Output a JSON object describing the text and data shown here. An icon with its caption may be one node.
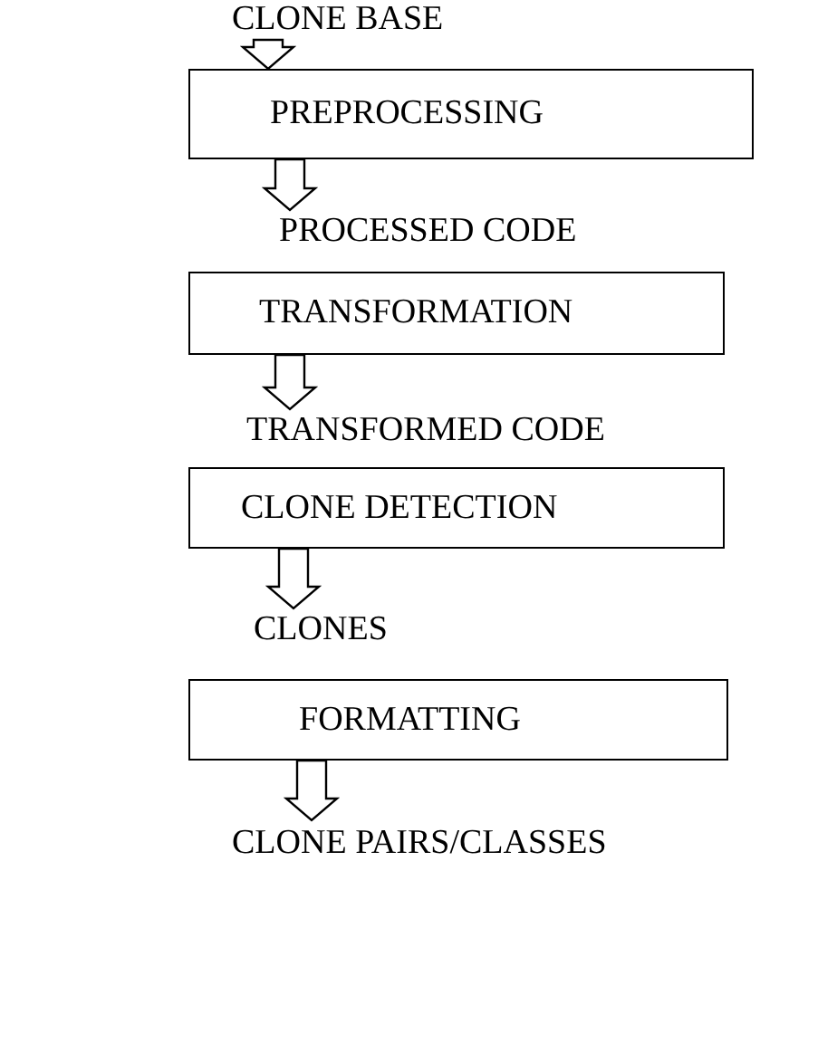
{
  "diagram": {
    "nodes": [
      {
        "text": [
          "CLONE BASE"
        ]
      },
      {
        "text": [
          "PREPROCESSING"
        ]
      },
      {
        "text": [
          "PROCESSED CODE"
        ]
      },
      {
        "text": [
          "TRANSFORMATION"
        ]
      },
      {
        "text": [
          "TRANSFORMED CODE"
        ]
      },
      {
        "text": [
          "CLONE DETECTION"
        ]
      },
      {
        "text": [
          "CLONES"
        ]
      },
      {
        "text": [
          "FORMATTING"
        ]
      },
      {
        "text": [
          "CLONE PAIRS/CLASSES"
        ]
      }
    ],
    "edges": [
      {
        "from": 0,
        "to": 1,
        "arrow": "to"
      },
      {
        "from": 1,
        "to": 2,
        "arrow": "to"
      },
      {
        "from": 3,
        "to": 4,
        "arrow": "to"
      },
      {
        "from": 5,
        "to": 6,
        "arrow": "to"
      },
      {
        "from": 7,
        "to": 8,
        "arrow": "to"
      }
    ]
  }
}
